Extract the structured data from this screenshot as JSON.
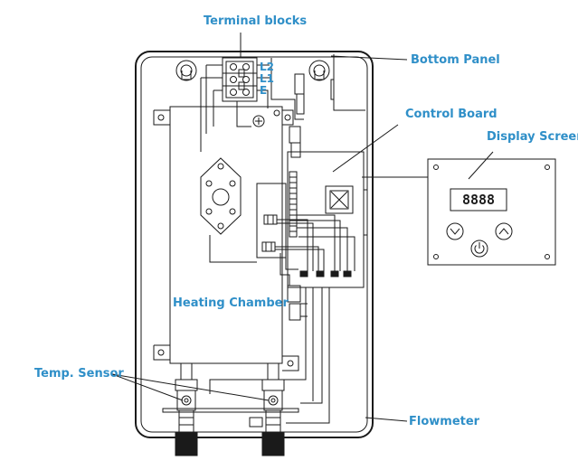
{
  "labels": {
    "terminal_blocks": "Terminal blocks",
    "bottom_panel": "Bottom Panel",
    "control_board": "Control Board",
    "display_screen": "Display Screen",
    "heating_chamber": "Heating Chamber",
    "temp_sensor": "Temp. Sensor",
    "flowmeter": "Flowmeter"
  },
  "terminals": {
    "l2": "L2",
    "l1": "L1",
    "e": "E"
  },
  "display": {
    "readout": "8888"
  },
  "icons": [
    "down-arrow-button-icon",
    "power-button-icon",
    "up-arrow-button-icon"
  ],
  "colors": {
    "label_blue": "#2f8fc8",
    "line": "#1a1a1a"
  }
}
